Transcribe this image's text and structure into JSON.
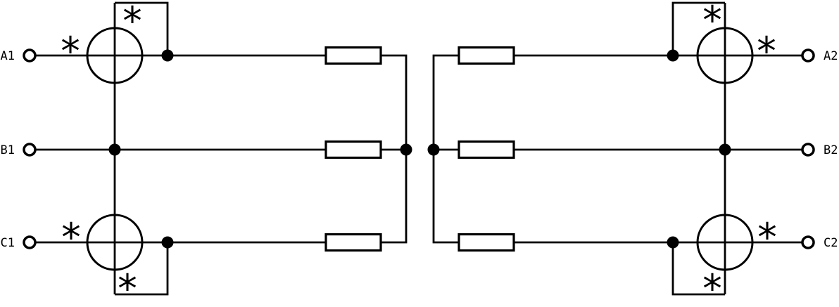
{
  "colors": {
    "line": "#000000",
    "background": "#ffffff"
  },
  "terminals": {
    "left": [
      {
        "label": "A1"
      },
      {
        "label": "B1"
      },
      {
        "label": "C1"
      }
    ],
    "right": [
      {
        "label": "A2"
      },
      {
        "label": "B2"
      },
      {
        "label": "C2"
      }
    ]
  },
  "markers": {
    "glyph": "*",
    "count": 8
  },
  "components": {
    "wattmeters": 4,
    "resistors": 6,
    "junction_dots": 8,
    "open_terminals": 6
  }
}
